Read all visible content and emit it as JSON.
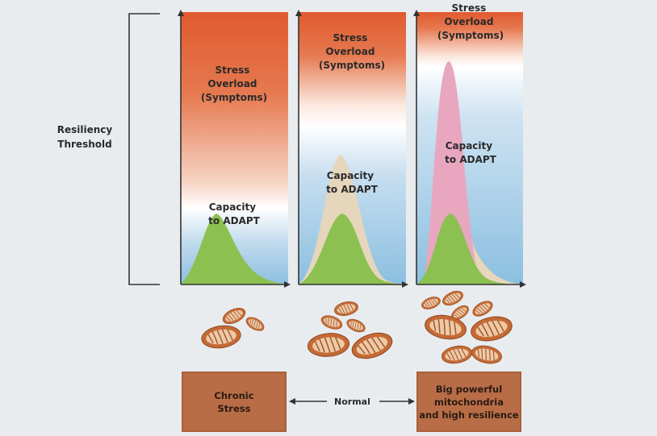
{
  "threshold_label": "Resiliency\nThreshold",
  "panels": [
    {
      "stress_lines": [
        "Stress",
        "Overload",
        "(Symptoms)"
      ],
      "capacity_lines": [
        "Capacity",
        "to ADAPT"
      ]
    },
    {
      "stress_lines": [
        "Stress",
        "Overload",
        "(Symptoms)"
      ],
      "capacity_lines": [
        "Capacity",
        "to ADAPT"
      ]
    },
    {
      "stress_lines": [
        "Stress",
        "Overload",
        "(Symptoms)"
      ],
      "capacity_lines": [
        "Capacity",
        "to ADAPT"
      ]
    }
  ],
  "boxes": {
    "left": "Chronic\nStress",
    "right": "Big powerful\nmitochondria\nand high resilience"
  },
  "middle_label": "Normal",
  "colors": {
    "stress_red": "#e05a2e",
    "adapt_blue": "#8bbfe0",
    "capacity_green": "#8cc152",
    "extra_tan": "#e6d6bc",
    "extra_pink": "#e8a7bf",
    "box_brown": "#b86d47"
  }
}
